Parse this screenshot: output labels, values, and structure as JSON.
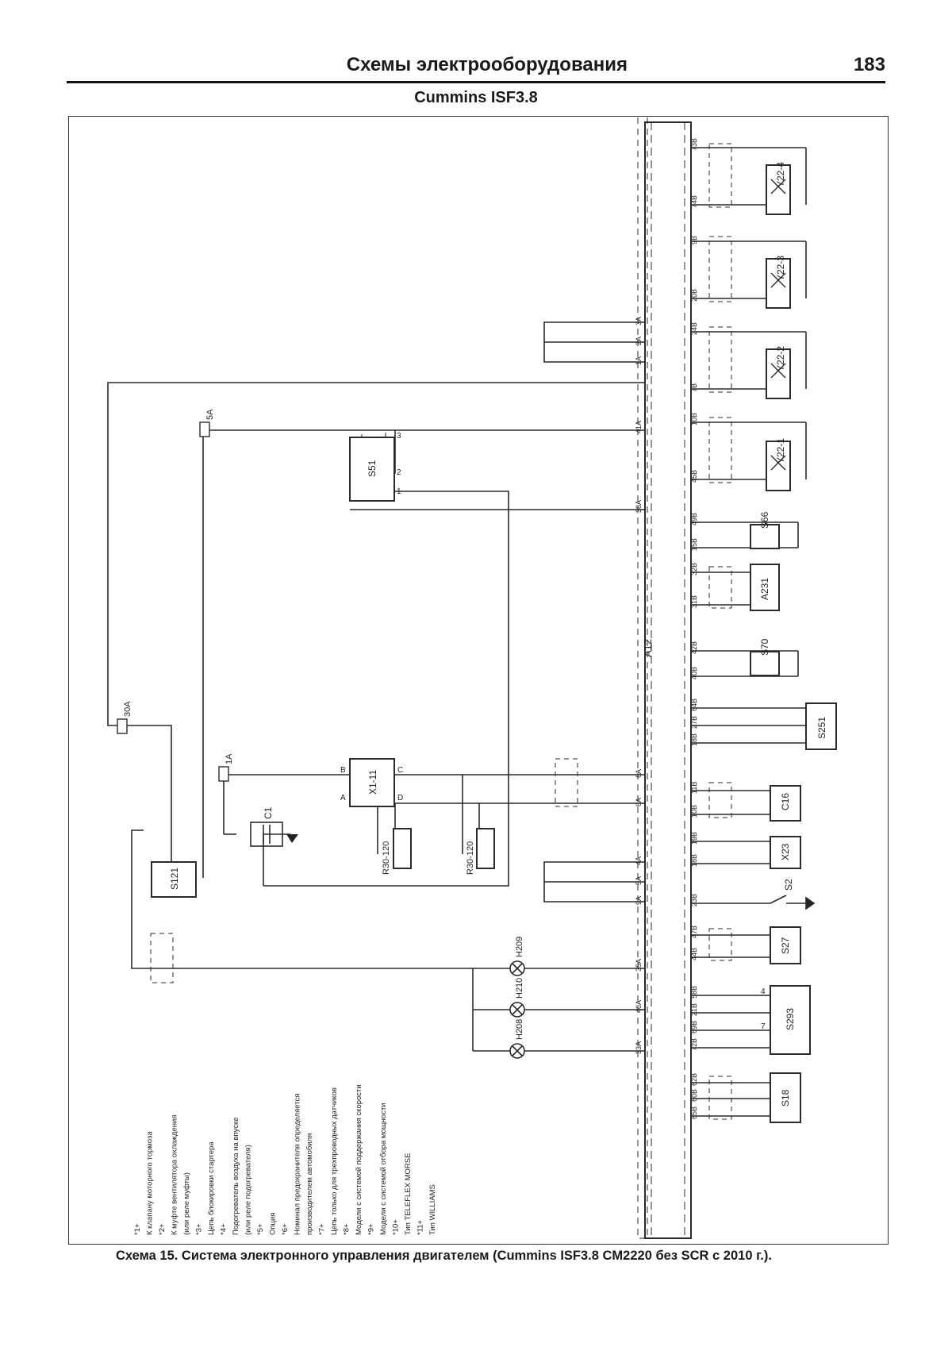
{
  "header": {
    "section_title": "Схемы электрооборудования",
    "page_number": "183"
  },
  "subtitle": "Cummins ISF3.8",
  "caption": "Схема 15. Система электронного управления двигателем (Cummins ISF3.8 CM2220 без SCR с 2010 г.).",
  "diagram": {
    "ecu_label": "A12",
    "components": {
      "y22_4": "Y22-4",
      "y22_3": "Y22-3",
      "y22_2": "Y22-2",
      "y22_1": "Y22-1",
      "s66": "S66",
      "a231": "A231",
      "s70": "S70",
      "s251": "S251",
      "c16": "C16",
      "x23": "X23",
      "s2": "S2",
      "s27": "S27",
      "s293": "S293",
      "s18": "S18",
      "s51": "S51",
      "x1_11": "X1-11",
      "s121": "S121",
      "c1": "C1",
      "r30_a": "R30-120",
      "r30_b": "R30-120",
      "h209": "H209",
      "h210": "H210",
      "h208": "H208"
    },
    "fuses": {
      "f5a": "5A",
      "f30a": "30A",
      "f1a": "1A"
    },
    "pins": {
      "p73b": "73B",
      "p74b": "74B",
      "p9b": "9B",
      "p20b": "20B",
      "p24b": "24B",
      "p7b": "7B",
      "p10b": "10B",
      "p45b": "45B",
      "p49b": "49B",
      "p15b": "15B",
      "p32b": "32B",
      "p31b": "31B",
      "p42b": "42B",
      "p40b": "40B",
      "p64b": "64B",
      "p27b": "27B",
      "p18b": "18B",
      "p11b": "11B",
      "p10b2": "10B",
      "p19b": "19B",
      "p18b2": "18B",
      "p23b": "23B",
      "p47b": "47B",
      "p44b": "44B",
      "p58b": "58B",
      "p21b": "21B",
      "p69b": "69B",
      "p72b": "72B",
      "p62b": "62B",
      "p60b": "60B",
      "p65b": "65B",
      "p3a": "3A",
      "p2a": "2A",
      "p1a": "1A",
      "p41a": "41A",
      "p38a": "38A",
      "p6a": "6A",
      "p8a": "8A",
      "p4a": "4A",
      "p5a": "5A",
      "p9a": "9A",
      "p35a": "35A",
      "p40a": "40A",
      "p33a": "33A"
    },
    "terminal_letters": {
      "a": "A",
      "b": "B",
      "c": "C",
      "d": "D",
      "one": "1",
      "two": "2",
      "three": "3",
      "four": "4",
      "seven": "7"
    },
    "notes": [
      "*1+",
      "К клапану моторного тормоза",
      "*2+",
      "К муфте вентилятора охлаждения",
      "(или реле муфты)",
      "*3+",
      "Цепь блокировки стартера",
      "*4+",
      "Подогреватель воздуха на впуске",
      "(или реле подогревателя)",
      "*5+",
      "Опция",
      "*6+",
      "Номинал предохранителя определяется",
      "производителем автомобиля",
      "*7+",
      "Цепь только для трехпроводных датчиков",
      "*8+",
      "Модели с системой поддержания скорости",
      "*9+",
      "Модели с системой отбора мощности",
      "*10+",
      "Тип TELEFLEX MORSE",
      "*11+",
      "Тип WILLIAMS"
    ]
  }
}
